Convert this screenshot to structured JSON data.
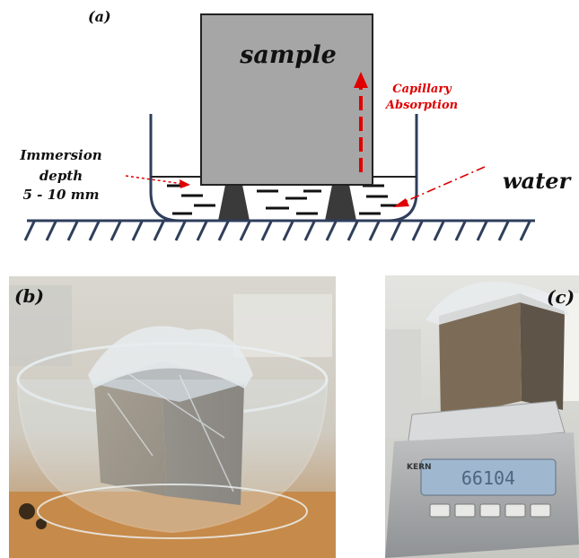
{
  "panel_a": {
    "label": "(a)",
    "sample_label": "sample",
    "capillary_line1": "Capillary",
    "capillary_line2": "Absorption",
    "immersion_line1": "Immersion",
    "immersion_line2": "depth",
    "immersion_line3": "5 - 10 mm",
    "water_label": "water"
  },
  "panel_b": {
    "label": "(b)"
  },
  "panel_c": {
    "label": "(c)",
    "scale_brand": "KERN",
    "scale_reading": "66104"
  },
  "colors": {
    "sample_fill": "#a6a6a6",
    "arrow_red": "#e00000",
    "support_dark": "#3a3a3a",
    "hatch_blue": "#2f3e5c"
  }
}
